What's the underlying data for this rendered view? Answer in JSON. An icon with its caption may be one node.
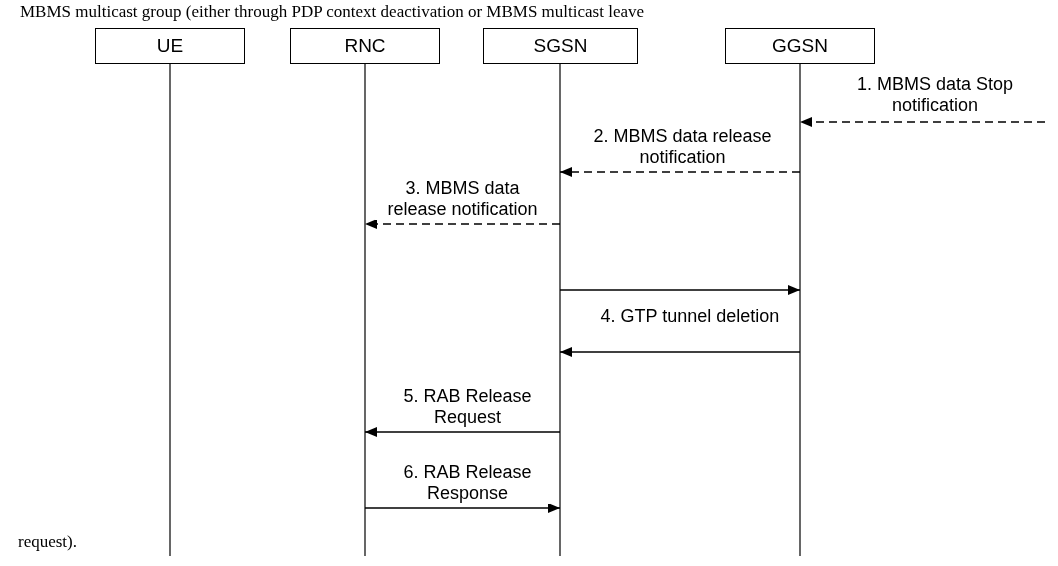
{
  "diagram": {
    "nodes": [
      {
        "text": [
          "UE"
        ]
      },
      {
        "text": [
          "RNC"
        ]
      },
      {
        "text": [
          "SGSN"
        ]
      },
      {
        "text": [
          "GGSN"
        ]
      }
    ],
    "edges": [
      {
        "from": null,
        "to": 3,
        "arrow": "to",
        "label": "1. MBMS data Stop notification",
        "style": "dashed"
      },
      {
        "from": 3,
        "to": 2,
        "arrow": "to",
        "label": "2. MBMS data release notification",
        "style": "dashed"
      },
      {
        "from": 2,
        "to": 1,
        "arrow": "to",
        "label": "3. MBMS data release notification",
        "style": "dashed"
      },
      {
        "from": 2,
        "to": 3,
        "arrow": "to"
      },
      {
        "from": 3,
        "to": 2,
        "arrow": "to",
        "label": "4. GTP tunnel deletion"
      },
      {
        "from": 2,
        "to": 1,
        "arrow": "to",
        "label": "5. RAB Release Request"
      },
      {
        "from": 1,
        "to": 2,
        "arrow": "to",
        "label": "6. RAB Release Response"
      }
    ],
    "labels": [
      "MBMS multicast group (either through PDP context deactivation or MBMS multicast leave",
      "request)."
    ]
  }
}
